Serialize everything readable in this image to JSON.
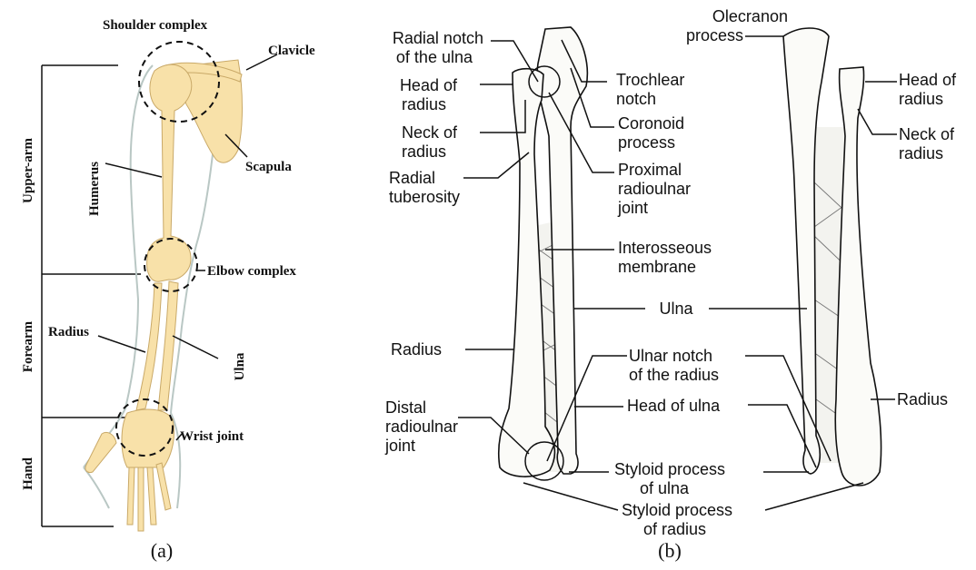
{
  "panel_a": {
    "caption": "(a)",
    "regions": [
      "Upper-arm",
      "Forearm",
      "Hand"
    ],
    "labels": {
      "shoulder_complex": "Shoulder complex",
      "clavicle": "Clavicle",
      "humerus": "Humerus",
      "scapula": "Scapula",
      "elbow_complex": "Elbow complex",
      "radius": "Radius",
      "ulna": "Ulna",
      "wrist_joint": "Wrist joint"
    }
  },
  "panel_b": {
    "caption": "(b)",
    "labels": {
      "radial_notch": [
        "Radial notch",
        "of the ulna"
      ],
      "head_of_radius_left": [
        "Head of",
        "radius"
      ],
      "neck_of_radius_left": [
        "Neck of",
        "radius"
      ],
      "radial_tuberosity": [
        "Radial",
        "tuberosity"
      ],
      "trochlear_notch": [
        "Trochlear",
        "notch"
      ],
      "coronoid_process": [
        "Coronoid",
        "process"
      ],
      "proximal_radioulnar_joint": [
        "Proximal",
        "radioulnar",
        "joint"
      ],
      "interosseous_membrane": [
        "Interosseous",
        "membrane"
      ],
      "ulna": "Ulna",
      "radius_left": "Radius",
      "ulnar_notch": [
        "Ulnar notch",
        "of the radius"
      ],
      "distal_radioulnar_joint": [
        "Distal",
        "radioulnar",
        "joint"
      ],
      "head_of_ulna": "Head of ulna",
      "styloid_ulna": [
        "Styloid process",
        "of ulna"
      ],
      "styloid_radius": [
        "Styloid process",
        "of radius"
      ],
      "olecranon_process": [
        "Olecranon",
        "process"
      ],
      "head_of_radius_right": [
        "Head of",
        "radius"
      ],
      "neck_of_radius_right": [
        "Neck of",
        "radius"
      ],
      "radius_right": "Radius"
    }
  }
}
